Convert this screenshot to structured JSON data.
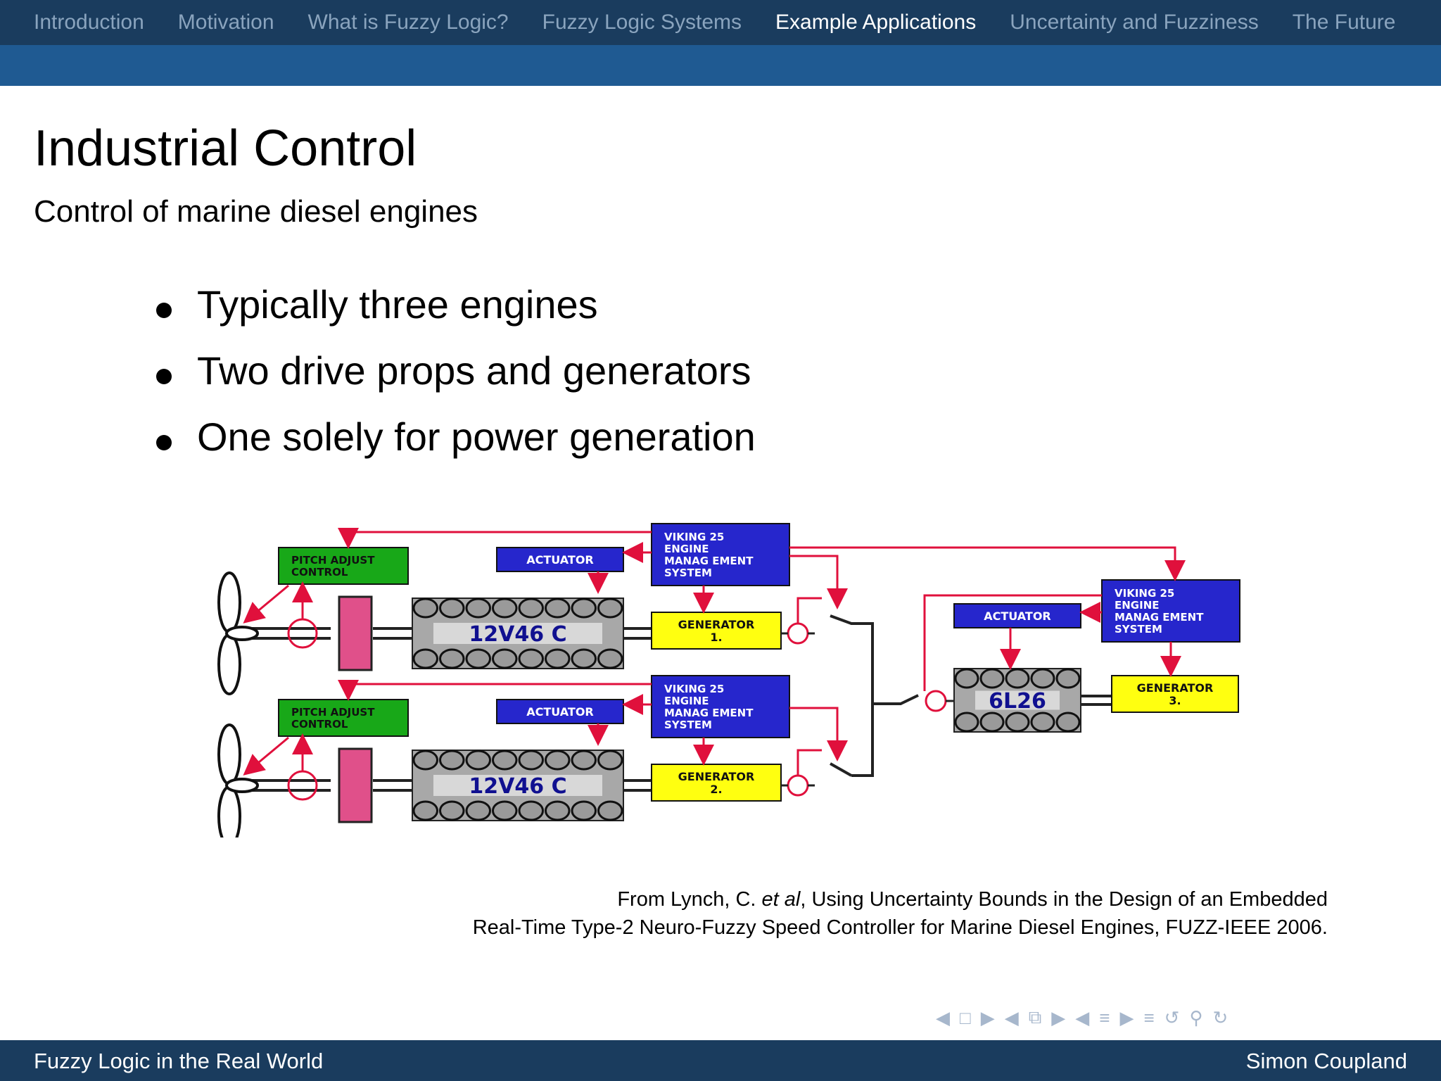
{
  "nav": {
    "sections": [
      "Introduction",
      "Motivation",
      "What is Fuzzy Logic?",
      "Fuzzy Logic Systems",
      "Example Applications",
      "Uncertainty and Fuzziness",
      "The Future"
    ],
    "active_index": 4
  },
  "slide": {
    "title": "Industrial Control",
    "subtitle": "Control of marine diesel engines",
    "bullets": [
      "Typically three engines",
      "Two drive props and generators",
      "One solely for power generation"
    ]
  },
  "diagram": {
    "pitch_control_lines": [
      "PITCH ADJUST",
      "CONTROL"
    ],
    "actuator": "ACTUATOR",
    "viking_lines": [
      "VIKING 25",
      "ENGINE",
      "MANAG EMENT",
      "SYSTEM"
    ],
    "engine_main": "12V46 C",
    "engine_aux": "6L26",
    "generator_label": "GENERATOR",
    "generator_numbers": [
      "1.",
      "2.",
      "3."
    ],
    "colors": {
      "green": "#18a818",
      "blue": "#2626cc",
      "yellow": "#ffff10",
      "red": "#e0103c",
      "pink": "#e0508a",
      "engine_grey": "#a8a8a8"
    }
  },
  "citation": {
    "prefix": "From Lynch, C. ",
    "italic": "et al",
    "rest_line1": ", Using Uncertainty Bounds in the Design of an Embedded",
    "line2": "Real-Time Type-2 Neuro-Fuzzy Speed Controller for Marine Diesel Engines, FUZZ-IEEE 2006."
  },
  "footer": {
    "left": "Fuzzy Logic in the Real World",
    "right": "Simon Coupland"
  },
  "beamer_nav_icons": [
    "prev-frame-icon",
    "frame-icon",
    "next-frame-icon",
    "prev-subsection-icon",
    "subsection-icon",
    "next-subsection-icon",
    "prev-section-icon",
    "section-icon",
    "next-section-icon",
    "appendix-icon",
    "back-icon",
    "search-icon",
    "forward-icon"
  ]
}
